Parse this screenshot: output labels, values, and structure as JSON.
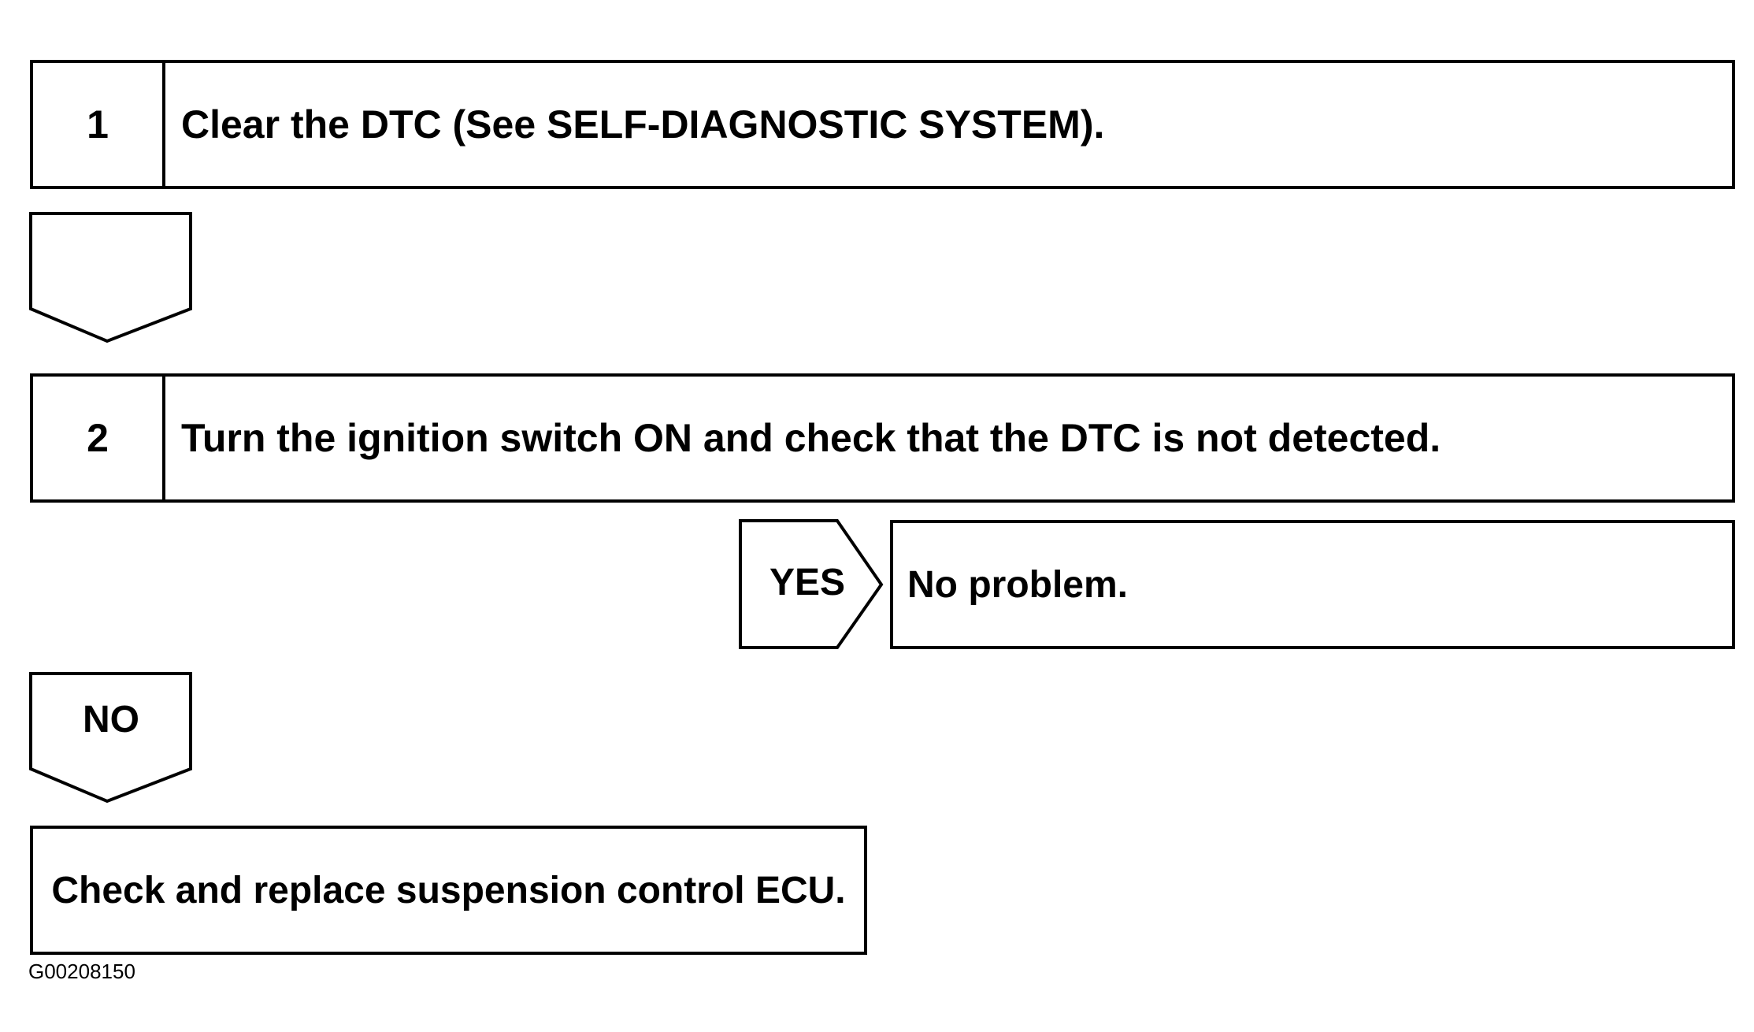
{
  "steps": [
    {
      "number": "1",
      "text": "Clear the DTC (See SELF-DIAGNOSTIC SYSTEM)."
    },
    {
      "number": "2",
      "text": "Turn the ignition switch ON and check that the DTC is not detected."
    }
  ],
  "yes_branch": {
    "label": "YES",
    "result": "No problem."
  },
  "no_branch": {
    "label": "NO",
    "result": "Check and replace suspension control ECU."
  },
  "figure_id": "G00208150"
}
